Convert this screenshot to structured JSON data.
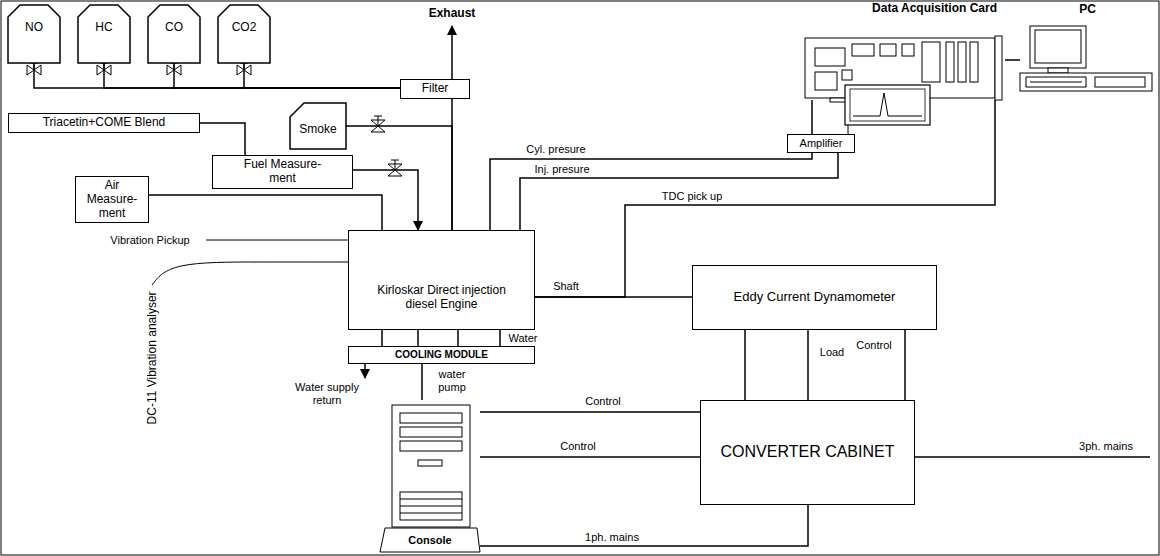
{
  "diagram": {
    "nodes": [
      {
        "text": [
          "NO"
        ]
      },
      {
        "text": [
          "HC"
        ]
      },
      {
        "text": [
          "CO"
        ]
      },
      {
        "text": [
          "CO2"
        ]
      },
      {
        "text": [
          "Filter"
        ]
      },
      {
        "text": [
          "Smoke"
        ]
      },
      {
        "text": [
          "Triacetin+COME Blend"
        ]
      },
      {
        "text": [
          "Fuel Measure- ment"
        ]
      },
      {
        "text": [
          "Air Measure- ment"
        ]
      },
      {
        "text": [
          "Kirloskar Direct injection diesel Engine"
        ]
      },
      {
        "text": [
          "DC-11 Vibration analyser"
        ]
      },
      {
        "text": [
          "COOLING MODULE"
        ]
      },
      {
        "text": [
          "Eddy Current Dynamometer"
        ]
      },
      {
        "text": [
          "Amplifier"
        ]
      },
      {
        "text": [
          "Data Acquisition Card"
        ]
      },
      {
        "text": [
          "PC"
        ]
      },
      {
        "text": [
          "CONVERTER CABINET"
        ]
      },
      {
        "text": [
          "Console"
        ]
      }
    ],
    "edges": [
      {
        "from": 0,
        "to": 4,
        "arrow": "none"
      },
      {
        "from": 1,
        "to": 4,
        "arrow": "none"
      },
      {
        "from": 2,
        "to": 4,
        "arrow": "none"
      },
      {
        "from": 3,
        "to": 4,
        "arrow": "none"
      },
      {
        "from": 9,
        "to": 4,
        "arrow": "none"
      },
      {
        "from": 5,
        "to": 9,
        "arrow": "none"
      },
      {
        "from": 6,
        "to": 7,
        "arrow": "none"
      },
      {
        "from": 7,
        "to": 9,
        "arrow": "to"
      },
      {
        "from": 8,
        "to": 9,
        "arrow": "none"
      },
      {
        "from": 9,
        "to": 13,
        "label": "Cyl. presure",
        "arrow": "none"
      },
      {
        "from": 9,
        "to": 13,
        "label": "Inj. presure",
        "arrow": "none"
      },
      {
        "from": 9,
        "to": 14,
        "label": "TDC pick up",
        "arrow": "none"
      },
      {
        "from": 9,
        "to": 12,
        "label": "Shaft",
        "arrow": "none"
      },
      {
        "from": 9,
        "to": 11,
        "label": "Water",
        "arrow": "none"
      },
      {
        "from": 9,
        "to": 10,
        "arrow": "none"
      },
      {
        "from": 11,
        "to": 17,
        "label": "water pump",
        "arrow": "none"
      },
      {
        "from": 12,
        "to": 17,
        "label": "Control",
        "arrow": "none"
      },
      {
        "from": 12,
        "to": 16,
        "label": "Load",
        "arrow": "none"
      },
      {
        "from": 12,
        "to": 16,
        "label": "Control",
        "arrow": "none"
      },
      {
        "from": 17,
        "to": 16,
        "label": "Control",
        "arrow": "none"
      },
      {
        "from": 17,
        "to": 16,
        "label": "1ph. mains",
        "arrow": "none"
      },
      {
        "from": 14,
        "to": 15,
        "arrow": "none"
      },
      {
        "from": 13,
        "to": 14,
        "arrow": "none"
      }
    ],
    "labels": [
      "Exhaust",
      "Vibration Pickup",
      "Water supply return",
      "3ph. mains"
    ]
  }
}
